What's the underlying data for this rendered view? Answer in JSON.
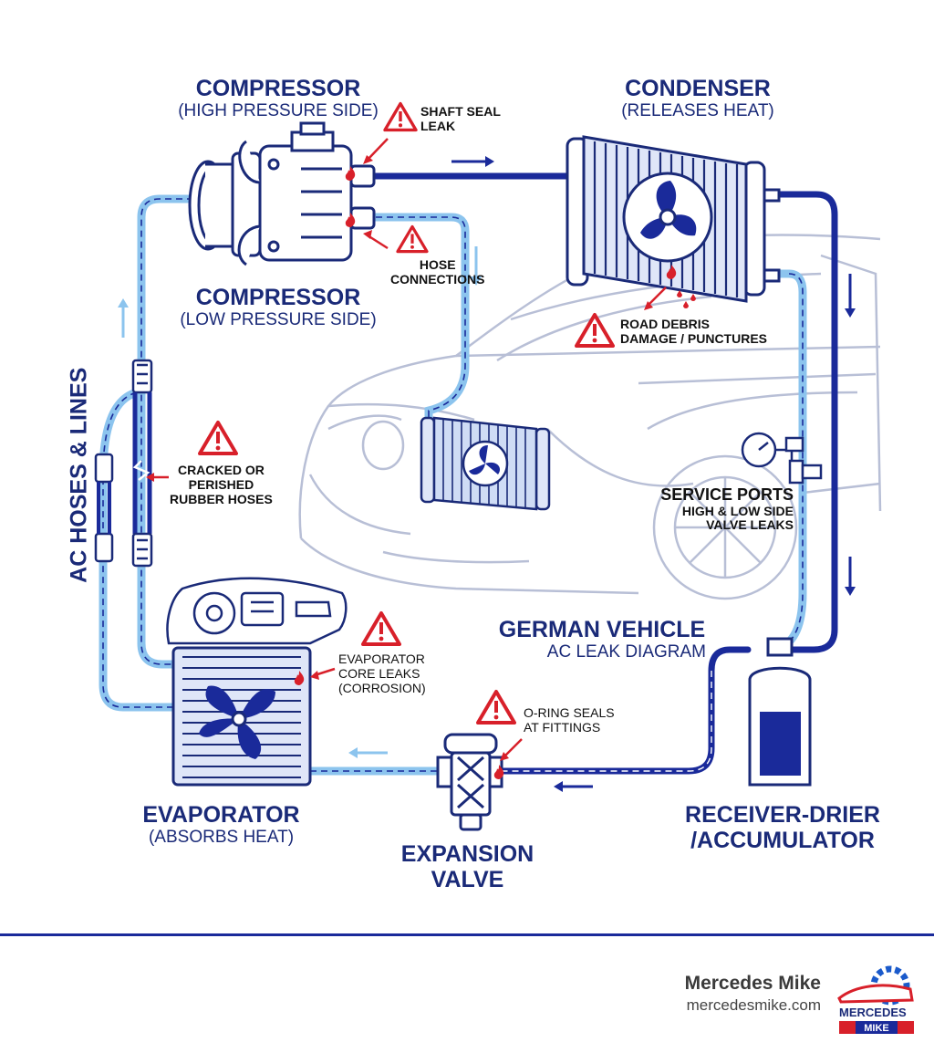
{
  "components": {
    "compressor_high": {
      "title": "COMPRESSOR",
      "subtitle": "(HIGH PRESSURE SIDE)"
    },
    "compressor_low": {
      "title": "COMPRESSOR",
      "subtitle": "(LOW PRESSURE SIDE)"
    },
    "condenser": {
      "title": "CONDENSER",
      "subtitle": "(RELEASES HEAT)"
    },
    "hoses": {
      "title": "AC HOSES & LINES"
    },
    "evaporator": {
      "title": "EVAPORATOR",
      "subtitle": "(ABSORBS HEAT)"
    },
    "expansion_valve": {
      "title_line1": "EXPANSION",
      "title_line2": "VALVE"
    },
    "receiver_drier": {
      "title_line1": "RECEIVER-DRIER",
      "title_line2": "/ACCUMULATOR"
    },
    "vehicle": {
      "title": "GERMAN VEHICLE",
      "subtitle": "AC LEAK DIAGRAM"
    },
    "service_ports": {
      "title": "SERVICE PORTS",
      "line2": "HIGH & LOW SIDE",
      "line3": "VALVE LEAKS"
    }
  },
  "leak_points": {
    "shaft_seal": {
      "line1": "SHAFT SEAL",
      "line2": "LEAK"
    },
    "hose_connections": {
      "line1": "HOSE",
      "line2": "CONNECTIONS"
    },
    "road_debris": {
      "line1": "ROAD DEBRIS",
      "line2": "DAMAGE / PUNCTURES"
    },
    "cracked_hoses": {
      "line1": "CRACKED OR",
      "line2": "PERISHED",
      "line3": "RUBBER HOSES"
    },
    "evaporator_core": {
      "line1": "EVAPORATOR",
      "line2": "CORE LEAKS",
      "line3": "(CORROSION)"
    },
    "o_ring": {
      "line1": "O-RING SEALS",
      "line2": "AT FITTINGS"
    }
  },
  "footer": {
    "brand_name": "Mercedes Mike",
    "brand_url": "mercedesmike.com",
    "logo_text_top": "MERCEDES",
    "logo_text_bottom": "MIKE"
  },
  "colors": {
    "high_side": "#1a2a9a",
    "low_side": "#8cc4ee",
    "warning": "#d8202a",
    "outline": "#1a2a78",
    "car": "#b8bfd6"
  }
}
